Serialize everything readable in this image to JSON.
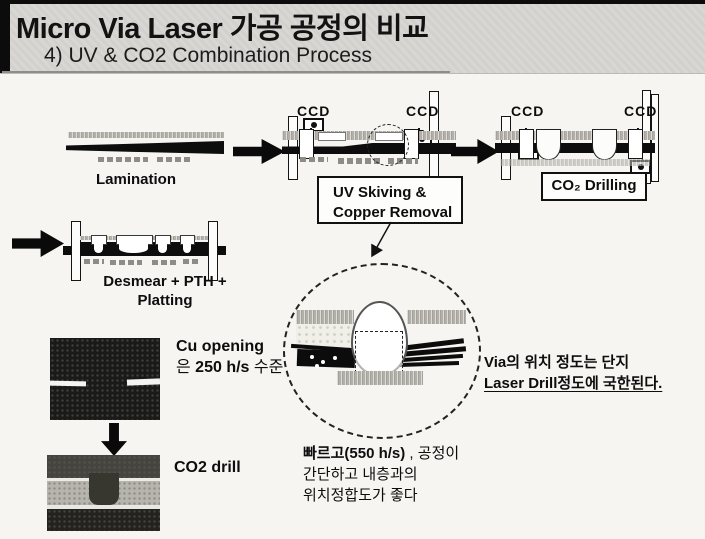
{
  "slide": {
    "title_bold": "Micro Via Laser",
    "title_rest": " 가공 공정의 비교",
    "subtitle": "4) UV & CO2 Combination Process"
  },
  "machines": {
    "ccd_label": "CCD",
    "uv_box_line1": "UV Skiving &",
    "uv_box_line2": "Copper Removal",
    "co2_box_label": "CO₂ Drilling"
  },
  "stages": {
    "lamination_label": "Lamination",
    "desmear_line1": "Desmear + PTH +",
    "desmear_line2": "Platting"
  },
  "notes": {
    "cu_opening_title": "Cu opening",
    "cu_opening_pre": "은 ",
    "cu_opening_rate": "250 h/s",
    "cu_opening_post": " 수준",
    "co2_drill_label": "CO2 drill",
    "via_note_line1": "Via의 위치 정도는 단지",
    "via_note_line2": "Laser Drill정도에 국한된다.",
    "speed_note_bold": "빠르고(550 h/s)",
    "speed_note_rest": " , 공정이",
    "speed_note_line2": "간단하고 내층과의",
    "speed_note_line3": "위치정합도가 좋다"
  },
  "colors": {
    "header_bg": "#d8d6d2",
    "body_bg": "#f6f5f2",
    "ink": "#0d0d0d",
    "copper_gray": "#b2b0a8"
  }
}
